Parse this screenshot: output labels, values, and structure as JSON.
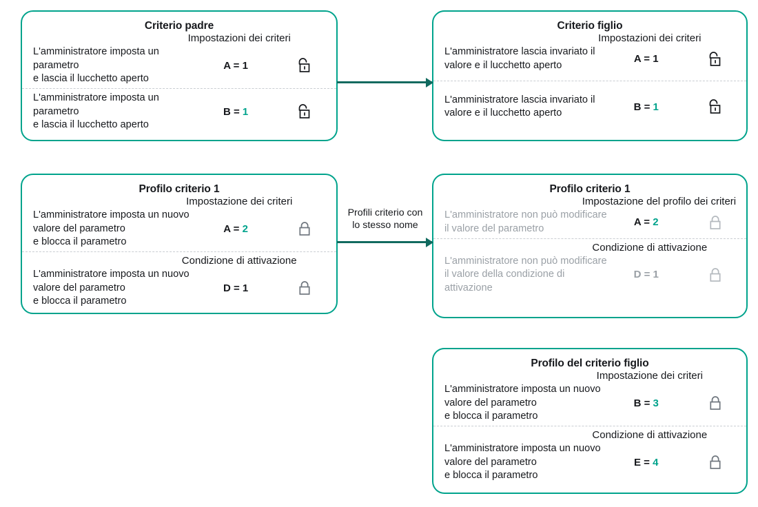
{
  "diagram": {
    "accent_color": "#00a38c",
    "arrow_color": "#116a5f",
    "muted_color": "#9aa0a6",
    "text_color": "#16181c"
  },
  "boxes": {
    "parent": {
      "title": "Criterio padre",
      "sections": [
        {
          "heading": "Impostazioni dei criteri",
          "description": "L'amministratore imposta un parametro\n e lascia il lucchetto aperto",
          "value_key": "A =",
          "value_num": "1",
          "value_num_accent": false,
          "lock": "lock-open-icon",
          "muted": false
        },
        {
          "heading": "",
          "description": "L'amministratore imposta un parametro\n e lascia il lucchetto aperto",
          "value_key": "B =",
          "value_num": "1",
          "value_num_accent": true,
          "lock": "lock-open-icon",
          "muted": false
        }
      ]
    },
    "child": {
      "title": "Criterio figlio",
      "sections": [
        {
          "heading": "Impostazioni dei criteri",
          "description": "L'amministratore lascia invariato il\nvalore e il lucchetto aperto",
          "value_key": "A =",
          "value_num": "1",
          "value_num_accent": false,
          "lock": "lock-open-icon",
          "muted": false
        },
        {
          "heading": "",
          "description": "L'amministratore lascia invariato il\nvalore e il lucchetto aperto",
          "value_key": "B =",
          "value_num": "1",
          "value_num_accent": true,
          "lock": "lock-open-icon",
          "muted": false
        }
      ]
    },
    "profile1_left": {
      "title": "Profilo criterio 1",
      "sections": [
        {
          "heading": "Impostazione dei criteri",
          "description": "L'amministratore imposta un nuovo valore del parametro\n e blocca il parametro",
          "value_key": "A =",
          "value_num": "2",
          "value_num_accent": true,
          "lock": "lock-closed-icon",
          "muted": false
        },
        {
          "heading": "Condizione di attivazione",
          "description": "L'amministratore imposta un nuovo valore del parametro\n e blocca il parametro",
          "value_key": "D =",
          "value_num": "1",
          "value_num_accent": false,
          "lock": "lock-closed-icon",
          "muted": false
        }
      ]
    },
    "profile1_right": {
      "title": "Profilo criterio 1",
      "sections": [
        {
          "heading": "Impostazione del profilo dei criteri",
          "description": "L'amministratore non può modificare il valore del parametro",
          "value_key": "A =",
          "value_num": "2",
          "value_num_accent": true,
          "lock": "lock-closed-icon",
          "muted": true
        },
        {
          "heading": "Condizione di attivazione",
          "description": "L'amministratore non può modificare\n il valore della condizione di attivazione",
          "value_key": "D =",
          "value_num": "1",
          "value_num_accent": false,
          "lock": "lock-closed-icon",
          "muted": true
        }
      ]
    },
    "profile_child": {
      "title": "Profilo del criterio figlio",
      "sections": [
        {
          "heading": "Impostazione dei criteri",
          "description": "L'amministratore imposta un nuovo valore del parametro\n e blocca il parametro",
          "value_key": "B =",
          "value_num": "3",
          "value_num_accent": true,
          "lock": "lock-closed-icon",
          "muted": false
        },
        {
          "heading": "Condizione di attivazione",
          "description": "L'amministratore imposta un nuovo valore del parametro\n e blocca il parametro",
          "value_key": "E =",
          "value_num": "4",
          "value_num_accent": true,
          "lock": "lock-closed-icon",
          "muted": false
        }
      ]
    }
  },
  "arrows": {
    "top": {
      "label": ""
    },
    "middle": {
      "label": "Profili criterio con\nlo stesso nome"
    }
  }
}
